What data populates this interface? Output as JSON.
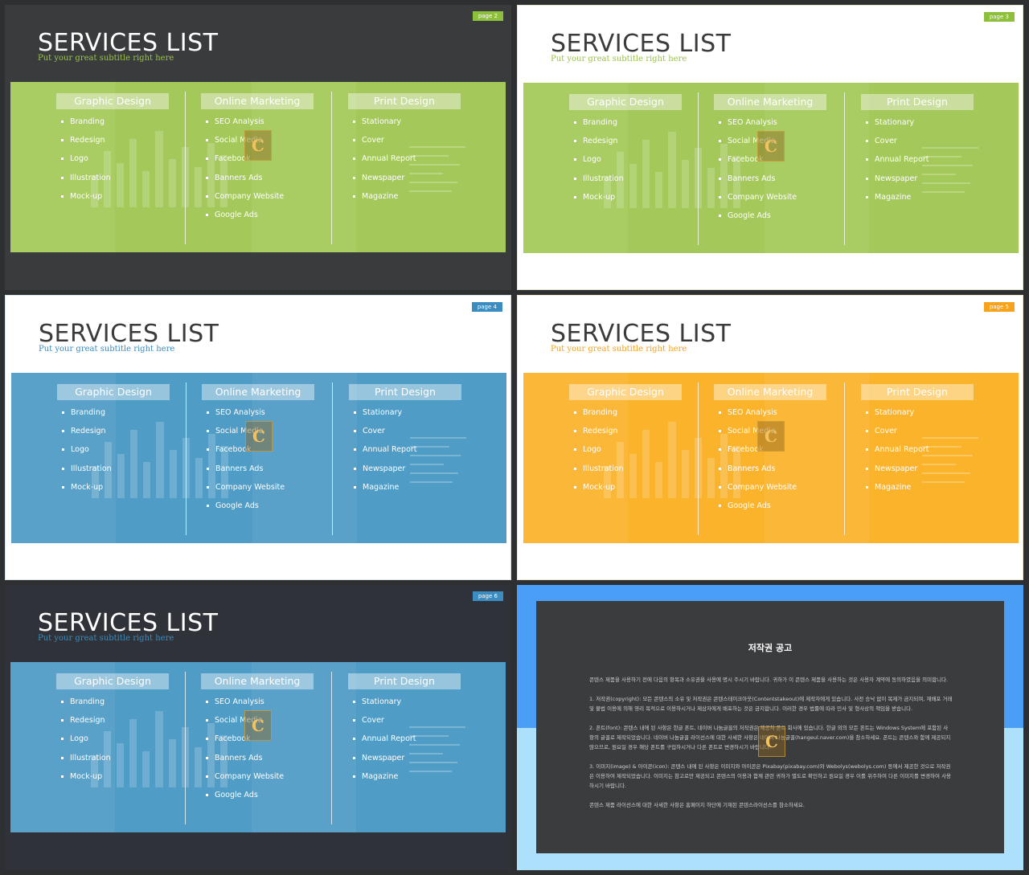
{
  "services": {
    "title": "SERVICES LIST",
    "subtitle": "Put your great subtitle right here",
    "columns": [
      {
        "heading": "Graphic Design",
        "items": [
          "Branding",
          "Redesign",
          "Logo",
          "Illustration",
          "Mock-up"
        ]
      },
      {
        "heading": "Online Marketing",
        "items": [
          "SEO Analysis",
          "Social Media",
          "Facebook",
          "Banners Ads",
          "Company Website",
          "Google Ads"
        ]
      },
      {
        "heading": "Print Design",
        "items": [
          "Stationary",
          "Cover",
          "Annual Report",
          "Newspaper",
          "Magazine"
        ]
      }
    ]
  },
  "slides": [
    {
      "page": "page 2",
      "band_color": "#a4c95a",
      "tag_color": "#8dbf3a",
      "subtitle_color": "#9bc34a"
    },
    {
      "page": "page 3",
      "band_color": "#a4c95a",
      "tag_color": "#8dbf3a",
      "subtitle_color": "#9bc34a"
    },
    {
      "page": "page 4",
      "band_color": "#4f9cc6",
      "tag_color": "#3b8cc0",
      "subtitle_color": "#3b8cc0"
    },
    {
      "page": "page 5",
      "band_color": "#fbb32c",
      "tag_color": "#f7a21b",
      "subtitle_color": "#f7a21b"
    },
    {
      "page": "page 6",
      "band_color": "#4f9cc6",
      "tag_color": "#3b8cc0",
      "subtitle_color": "#3b8cc0"
    }
  ],
  "logo_letter": "C",
  "notice": {
    "title": "저작권 공고",
    "paragraphs": [
      "콘텐스 제품을 사용하기 전에 다음의 항목과 소유권을 사용에 명시 주시기 바랍니다. 귀하가 이 콘텐스 제품을 사용하는 것은 사용자 계약에 동의하였음을 의미합니다.",
      "1. 저작권(copyright): 모든 콘텐스의 소유 및 저작권은 콘텐스테이크아웃(Contentstakeout)에 제작자에게 있습니다. 사전 승낙 없이 복제가 금지되며, 재배포 거래 및 불법 이용에 의해 영리 목적으로 이용하시거나 제삼자에게 배포하는 것은 금지합니다. 이러한 경우 법률에 따라 민사 및 형사상의 책임을 받습니다.",
      "2. 폰트(font): 콘텐스 내에 된 사항은 한글 폰트, 네이버 나눔글꼴의 저작권은 제공처 폰트 회사에 있습니다. 한글 외의 모든 폰트는 Windows System에 포함된 사항의 글꼴로 제작되었습니다. 네이버 나눔글꼴 라이선스에 대한 사세한 사항은 네이버 나눔글꼴(hangeul.naver.com)을 참소하세요. 폰트는 콘텐스와 함께 제공되지 않으므로, 원요일 경우 해당 폰트를 구입하시거나 다른 폰트로 변경하시기 바랍니다.",
      "3. 이미지(image) & 아이콘(icon): 콘텐스 내에 된 사항은 이미지와 아이콘은 Pixabay(pixabay.com)와 Webolys(webolys.com) 등에서 제공한 것으로 저작권은 이용하여 제작되었습니다. 이미지는 참고로만 제공되고 콘텐스의 이용과 함께 관련 귀하가 별도로 확인하고 원요일 경우 이를 위주하여 다른 이미지를 변경하여 사용하시기 바랍니다.",
      "콘텐스 제품 라이선스에 대한 사세한 사항은 홈페이지 하단에 기재된 콘텐스라이선스를 참소하세요."
    ]
  }
}
